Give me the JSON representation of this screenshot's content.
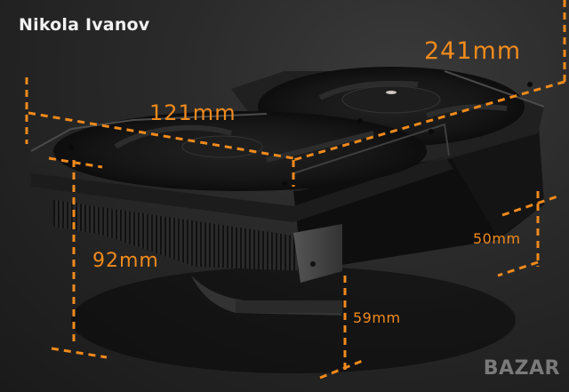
{
  "seller_name": "Nikola Ivanov",
  "product": {
    "type": "low-profile CPU cooler with dual fans",
    "dimensions": {
      "length": "241mm",
      "fan_width": "121mm",
      "depth": "92mm",
      "height_right": "50mm",
      "height_base": "59mm"
    }
  },
  "watermark": "BAZAR",
  "colors": {
    "annotation": "#f08a1c",
    "background": "#2a2a2a",
    "text": "#f2f2f2"
  }
}
